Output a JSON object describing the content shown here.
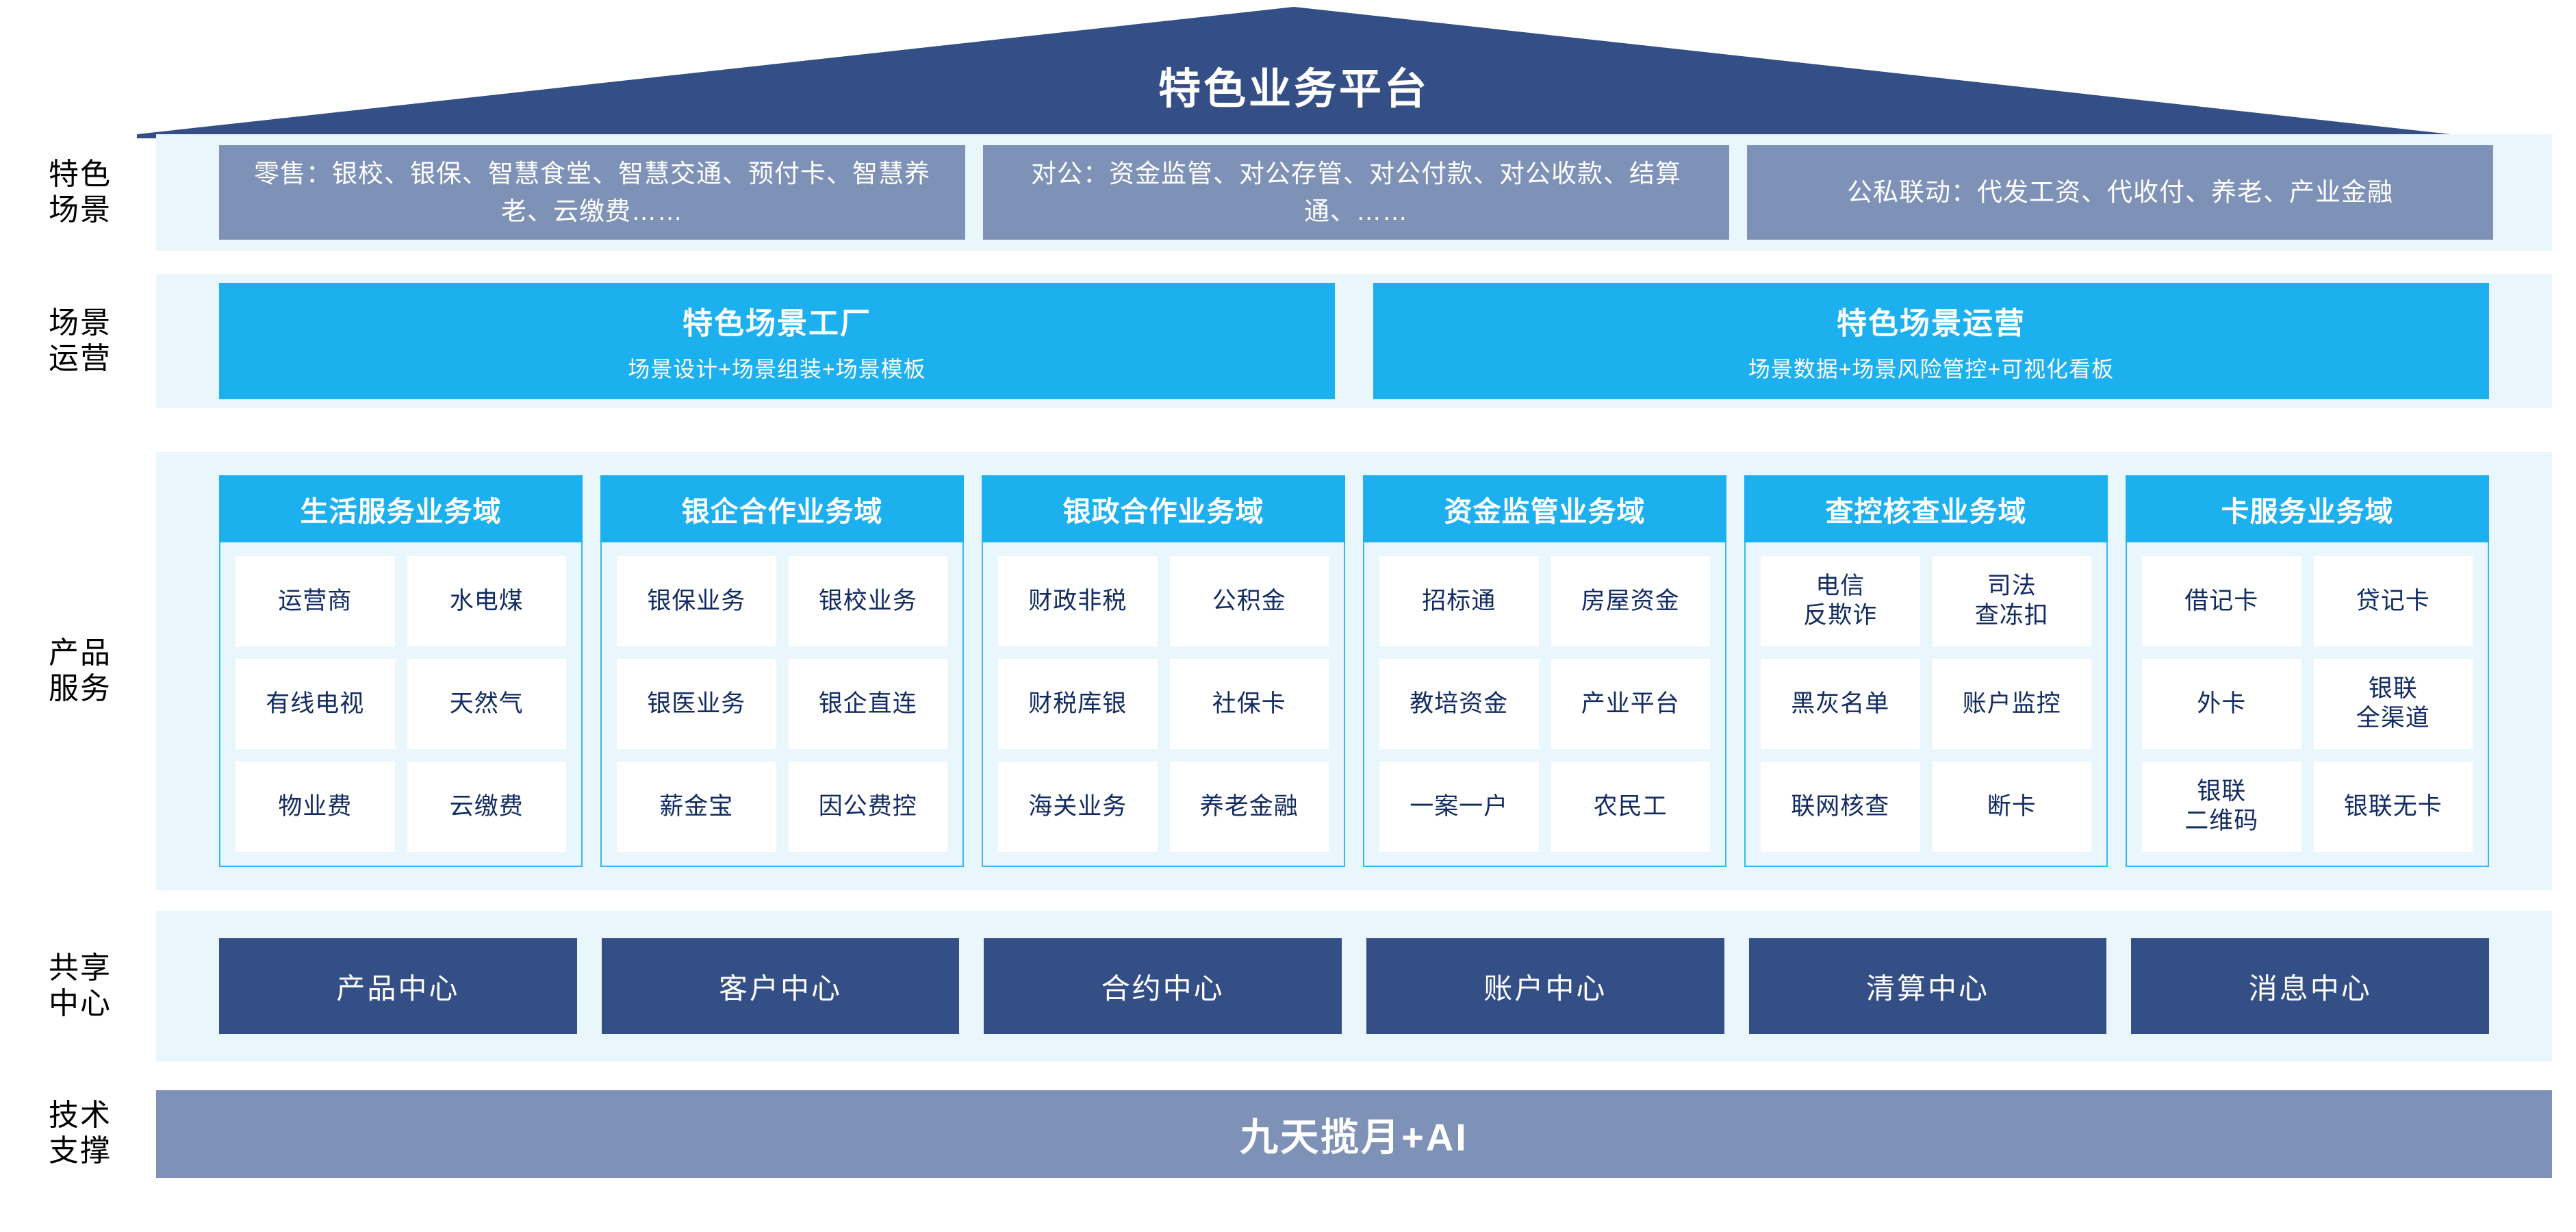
{
  "header": {
    "title": "特色业务平台",
    "roof_color": "#344e86"
  },
  "colors": {
    "band": "#e9f7fd",
    "cyan": "#1cb0ef",
    "slate": "#7e91b7",
    "navy": "#344e86",
    "text_navy": "#122b63"
  },
  "rows": {
    "scenario": {
      "label": "特色\n场景",
      "boxes": [
        "零售：银校、银保、智慧食堂、智慧交通、预付卡、智慧养老、云缴费……",
        "对公：资金监管、对公存管、对公付款、对公收款、结算通、……",
        "公私联动：代发工资、代收付、养老、产业金融"
      ]
    },
    "operation": {
      "label": "场景\n运营",
      "boxes": [
        {
          "title": "特色场景工厂",
          "subtitle": "场景设计+场景组装+场景模板"
        },
        {
          "title": "特色场景运营",
          "subtitle": "场景数据+场景风险管控+可视化看板"
        }
      ]
    },
    "product": {
      "label": "产品\n服务",
      "columns": [
        {
          "title": "生活服务业务域",
          "items": [
            [
              "运营商",
              "水电煤"
            ],
            [
              "有线电视",
              "天然气"
            ],
            [
              "物业费",
              "云缴费"
            ]
          ]
        },
        {
          "title": "银企合作业务域",
          "items": [
            [
              "银保业务",
              "银校业务"
            ],
            [
              "银医业务",
              "银企直连"
            ],
            [
              "薪金宝",
              "因公费控"
            ]
          ]
        },
        {
          "title": "银政合作业务域",
          "items": [
            [
              "财政非税",
              "公积金"
            ],
            [
              "财税库银",
              "社保卡"
            ],
            [
              "海关业务",
              "养老金融"
            ]
          ]
        },
        {
          "title": "资金监管业务域",
          "items": [
            [
              "招标通",
              "房屋资金"
            ],
            [
              "教培资金",
              "产业平台"
            ],
            [
              "一案一户",
              "农民工"
            ]
          ]
        },
        {
          "title": "查控核查业务域",
          "items": [
            [
              "电信\n反欺诈",
              "司法\n查冻扣"
            ],
            [
              "黑灰名单",
              "账户监控"
            ],
            [
              "联网核查",
              "断卡"
            ]
          ]
        },
        {
          "title": "卡服务业务域",
          "items": [
            [
              "借记卡",
              "贷记卡"
            ],
            [
              "外卡",
              "银联\n全渠道"
            ],
            [
              "银联\n二维码",
              "银联无卡"
            ]
          ]
        }
      ]
    },
    "shared_center": {
      "label": "共享\n中心",
      "boxes": [
        "产品中心",
        "客户中心",
        "合约中心",
        "账户中心",
        "清算中心",
        "消息中心"
      ]
    },
    "tech_support": {
      "label": "技术\n支撑",
      "bar_text": "九天揽月+AI"
    }
  }
}
